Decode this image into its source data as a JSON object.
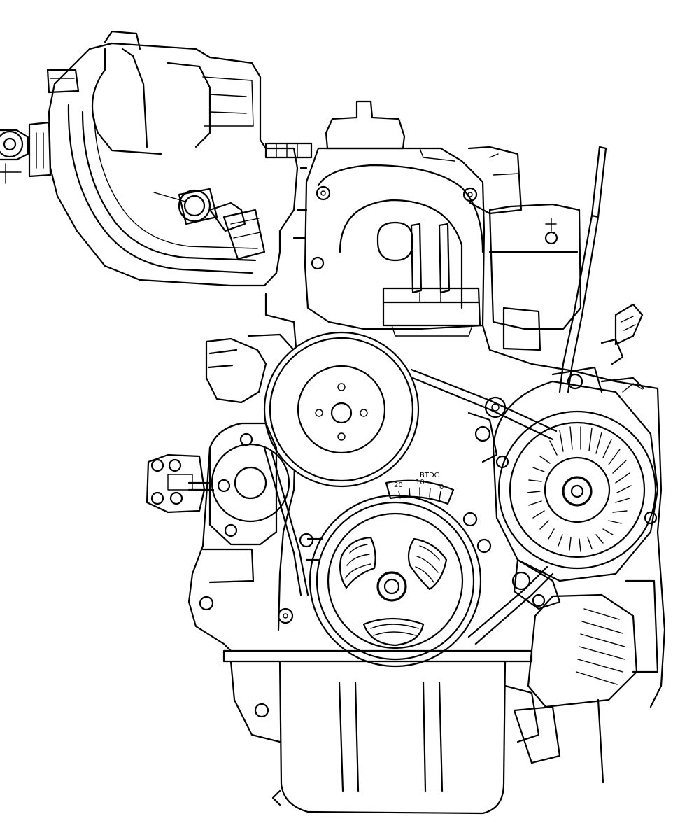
{
  "diagram": {
    "stroke_color": "#000000",
    "background_color": "#ffffff",
    "timing_scale": {
      "marks": [
        "20",
        "10",
        "0"
      ],
      "label": "BTDC"
    }
  }
}
